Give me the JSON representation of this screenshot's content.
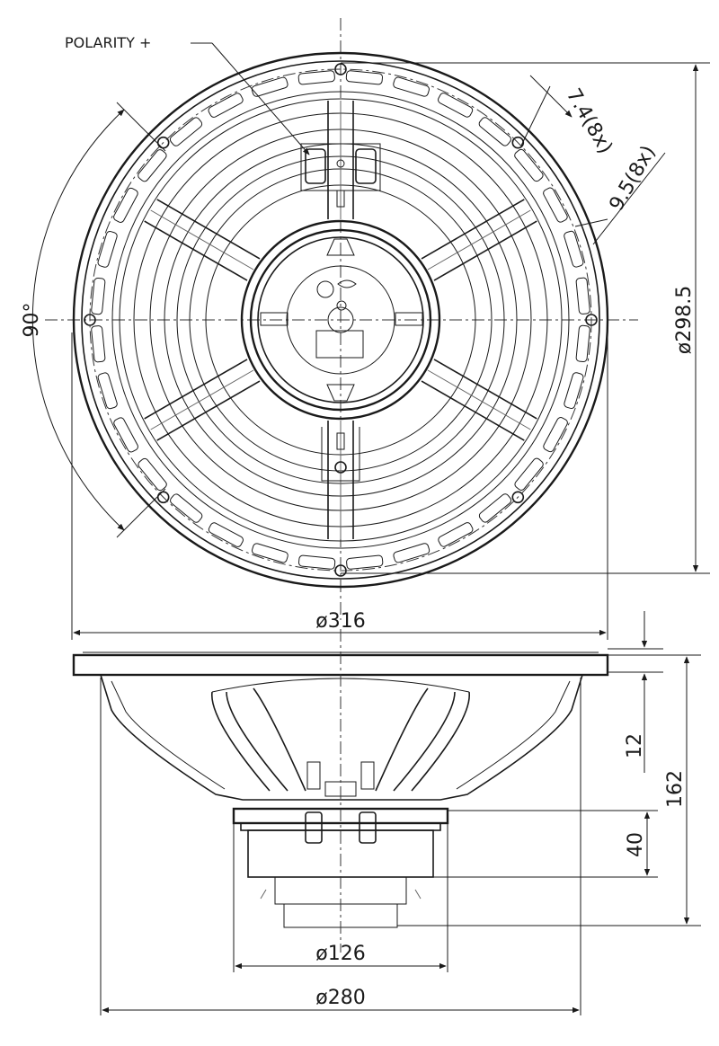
{
  "labels": {
    "polarity": "POLARITY +",
    "angle": "90°",
    "hole_dia": "7.4(8x)",
    "hole_offset": "9.5(8x)",
    "bolt_circle": "ø298.5",
    "outer_dia": "ø316",
    "flange_thickness": "12",
    "total_depth": "162",
    "magnet_depth": "40",
    "magnet_dia": "ø126",
    "cutout_dia": "ø280"
  }
}
